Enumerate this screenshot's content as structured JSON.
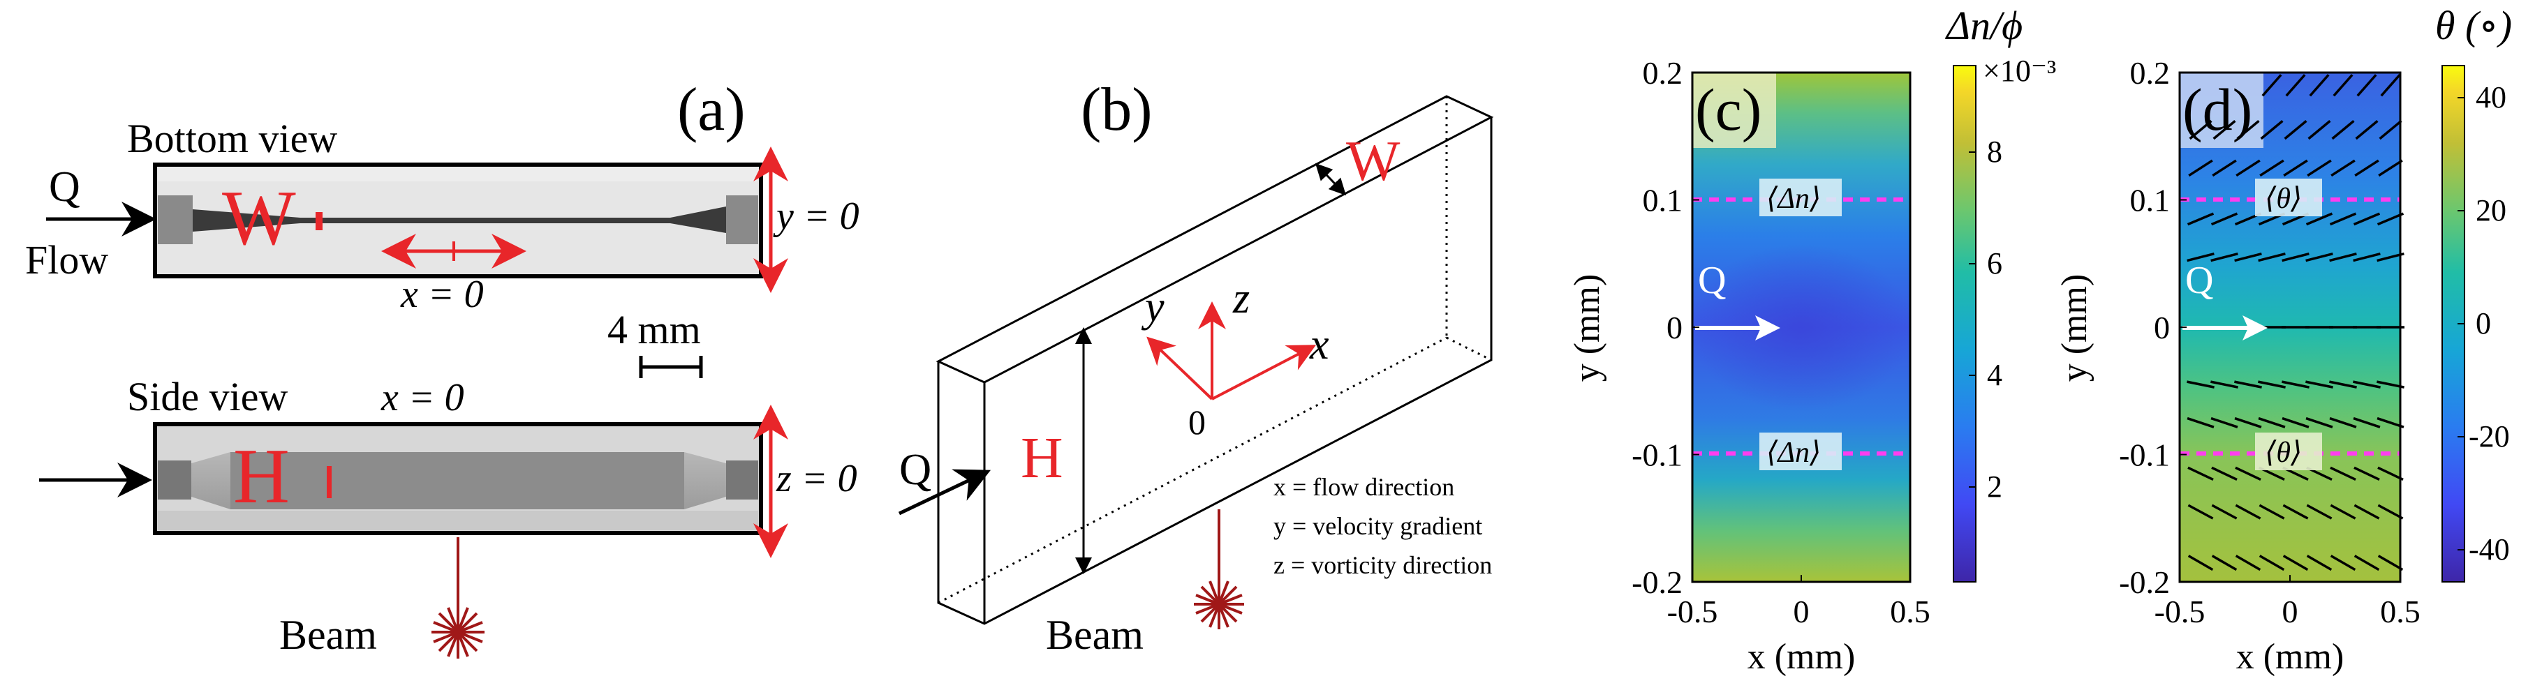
{
  "panels": {
    "a": {
      "label": "(a)",
      "bottom_view": "Bottom view",
      "side_view": "Side view",
      "flow_q": "Q",
      "flow_label": "Flow",
      "w_label": "W",
      "h_label": "H",
      "x0_top": "x = 0",
      "x0_side": "x = 0",
      "y0": "y = 0",
      "z0": "z = 0",
      "scale": "4 mm",
      "beam": "Beam"
    },
    "b": {
      "label": "(b)",
      "w_label": "W",
      "h_label": "H",
      "q_label": "Q",
      "axis_x": "x",
      "axis_y": "y",
      "axis_z": "z",
      "origin": "0",
      "beam": "Beam",
      "legend": [
        "x = flow direction",
        "y = velocity gradient",
        "z = vorticity direction"
      ]
    },
    "c": {
      "label": "(c)",
      "colorbar_title": "Δn/ϕ",
      "colorbar_exp": "×10⁻³",
      "colorbar_ticks": [
        "2",
        "4",
        "6",
        "8"
      ],
      "avg_label": "⟨Δn⟩",
      "q_label": "Q"
    },
    "d": {
      "label": "(d)",
      "colorbar_title": "θ (∘)",
      "colorbar_ticks": [
        "40",
        "20",
        "0",
        "-20",
        "-40"
      ],
      "avg_label": "⟨θ⟩",
      "q_label": "Q"
    }
  },
  "colors": {
    "red": "#e8262a",
    "dark_red": "#a01818",
    "magenta": "#ff3df0",
    "black": "#000000"
  },
  "chart_data": [
    {
      "type": "heatmap",
      "title": "",
      "xlabel": "x (mm)",
      "ylabel": "y (mm)",
      "xlim": [
        -0.5,
        0.5
      ],
      "ylim": [
        -0.2,
        0.2
      ],
      "x_ticks": [
        "-0.5",
        "0",
        "0.5"
      ],
      "y_ticks": [
        "0.2",
        "0.1",
        "0",
        "-0.1",
        "-0.2"
      ],
      "colorbar": {
        "label": "Δn/ϕ",
        "scale": "×10⁻³",
        "range": [
          0.2,
          9.5
        ]
      },
      "y_profile": [
        {
          "y": 0.2,
          "value": 8.0
        },
        {
          "y": 0.15,
          "value": 6.0
        },
        {
          "y": 0.1,
          "value": 4.0
        },
        {
          "y": 0.05,
          "value": 3.4
        },
        {
          "y": 0.0,
          "value": 3.0
        },
        {
          "y": -0.05,
          "value": 3.4
        },
        {
          "y": -0.1,
          "value": 4.0
        },
        {
          "y": -0.15,
          "value": 5.8
        },
        {
          "y": -0.2,
          "value": 8.2
        }
      ],
      "dashed_lines_y": [
        0.1,
        -0.1
      ]
    },
    {
      "type": "heatmap",
      "title": "",
      "xlabel": "x (mm)",
      "ylabel": "y (mm)",
      "xlim": [
        -0.5,
        0.5
      ],
      "ylim": [
        -0.2,
        0.2
      ],
      "x_ticks": [
        "-0.5",
        "0",
        "0.5"
      ],
      "y_ticks": [
        "0.2",
        "0.1",
        "0",
        "-0.1",
        "-0.2"
      ],
      "colorbar": {
        "label": "θ (∘)",
        "range": [
          -45,
          45
        ]
      },
      "y_profile": [
        {
          "y": 0.2,
          "value": -32
        },
        {
          "y": 0.15,
          "value": -24
        },
        {
          "y": 0.1,
          "value": -17
        },
        {
          "y": 0.05,
          "value": -8
        },
        {
          "y": 0.0,
          "value": 0
        },
        {
          "y": -0.05,
          "value": 8
        },
        {
          "y": -0.1,
          "value": 15
        },
        {
          "y": -0.15,
          "value": 18
        },
        {
          "y": -0.2,
          "value": 19
        }
      ],
      "dashed_lines_y": [
        0.1,
        -0.1
      ]
    }
  ]
}
